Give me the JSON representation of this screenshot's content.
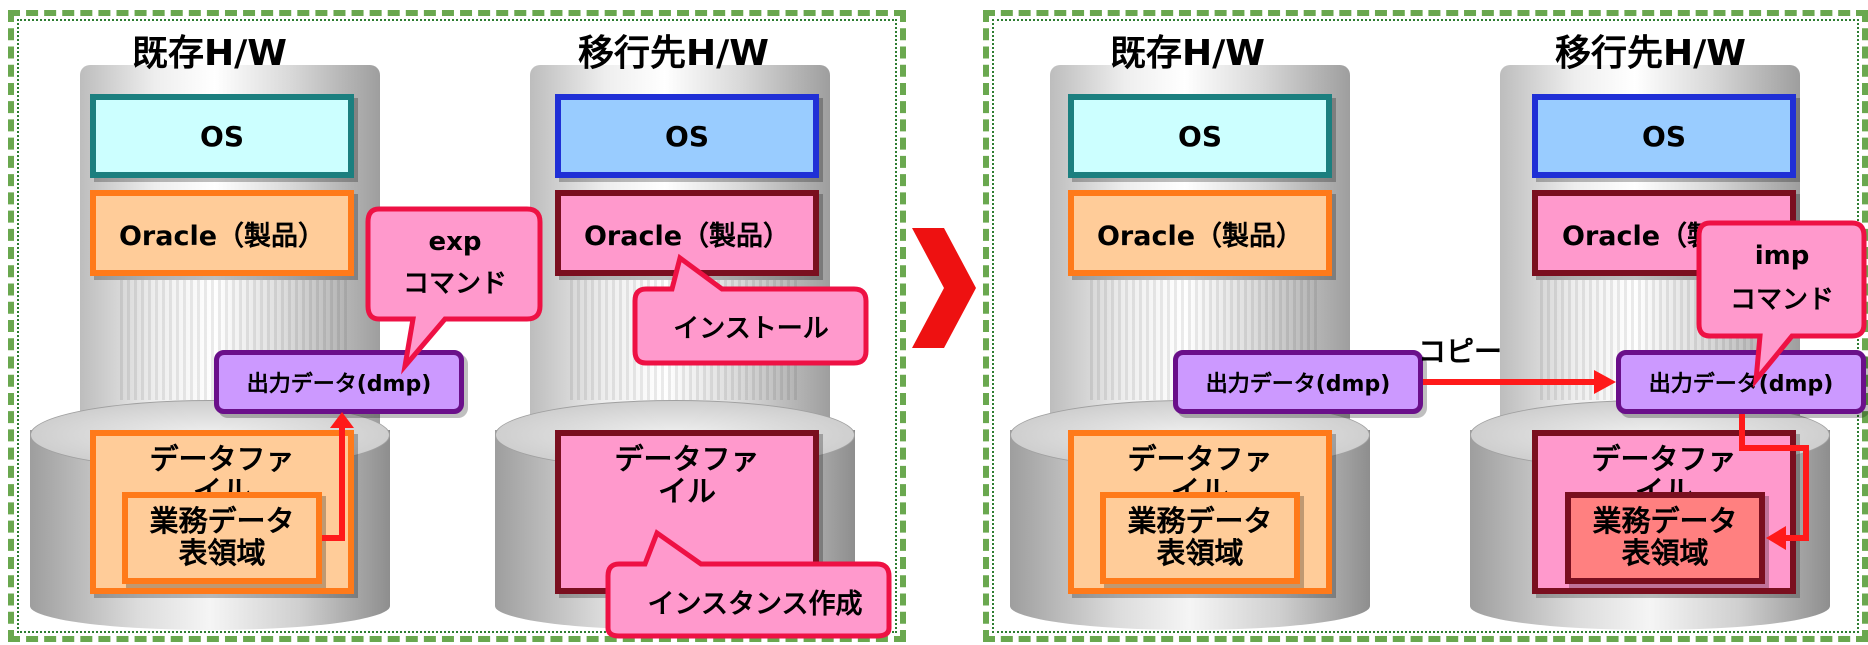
{
  "left_panel": {
    "old_hw": {
      "title": "既存H/W",
      "os": "OS",
      "oracle": "Oracle（製品）",
      "datafile": "データファイル",
      "table_line1": "業務データ",
      "table_line2": "表領域",
      "output": "出力データ(dmp)"
    },
    "new_hw": {
      "title": "移行先H/W",
      "os": "OS",
      "oracle": "Oracle（製品）",
      "datafile": "データファイル"
    },
    "callout_exp": {
      "line1": "exp",
      "line2": "コマンド"
    },
    "callout_install": "インストール",
    "callout_instance": "インスタンス作成"
  },
  "right_panel": {
    "old_hw": {
      "title": "既存H/W",
      "os": "OS",
      "oracle": "Oracle（製品）",
      "datafile": "データファイル",
      "table_line1": "業務データ",
      "table_line2": "表領域",
      "output": "出力データ(dmp)"
    },
    "new_hw": {
      "title": "移行先H/W",
      "os": "OS",
      "oracle": "Oracle（製品）",
      "datafile": "データファイル",
      "table_line1": "業務データ",
      "table_line2": "表領域",
      "output": "出力データ(dmp)"
    },
    "copy_label": "コピー",
    "callout_imp": {
      "line1": "imp",
      "line2": "コマンド"
    }
  },
  "colors": {
    "arrow": "#ff1a1a",
    "big_arrow": "#ee1111",
    "panel_border": "#6aa84f"
  }
}
